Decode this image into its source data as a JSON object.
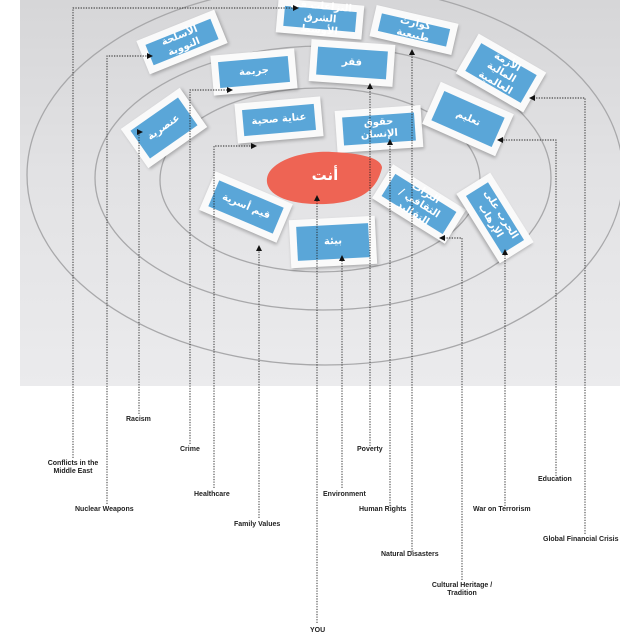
{
  "you": {
    "card_text": "أنت",
    "label": "YOU"
  },
  "cards": [
    {
      "id": "conflicts",
      "text": "النزاعات في الشرق الأوسط"
    },
    {
      "id": "natural",
      "text": "كوارث طبيعية"
    },
    {
      "id": "global",
      "text": "الأزمة المالية العالمية"
    },
    {
      "id": "nuclear",
      "text": "الأسلحة النووية"
    },
    {
      "id": "crime",
      "text": "جريمة"
    },
    {
      "id": "poverty",
      "text": "فقر"
    },
    {
      "id": "racism",
      "text": "عنصرية"
    },
    {
      "id": "healthcare",
      "text": "عناية صحية"
    },
    {
      "id": "rights",
      "text": "حقوق الإنسان"
    },
    {
      "id": "education",
      "text": "تعليم"
    },
    {
      "id": "family",
      "text": "قيم أسرية"
    },
    {
      "id": "environment",
      "text": "بيئة"
    },
    {
      "id": "heritage",
      "text": "التراث الثقافي / التقاليد"
    },
    {
      "id": "terror",
      "text": "الحرب على الإرهاب"
    }
  ],
  "labels": {
    "racism": "Racism",
    "conflicts": "Conflicts in the\nMiddle East",
    "crime": "Crime",
    "poverty": "Poverty",
    "education": "Education",
    "healthcare": "Healthcare",
    "environment": "Environment",
    "nuclear": "Nuclear Weapons",
    "rights": "Human Rights",
    "terror": "War on Terrorism",
    "family": "Family Values",
    "global": "Global Financial Crisis",
    "natural": "Natural Disasters",
    "heritage": "Cultural Heritage /\nTradition"
  }
}
